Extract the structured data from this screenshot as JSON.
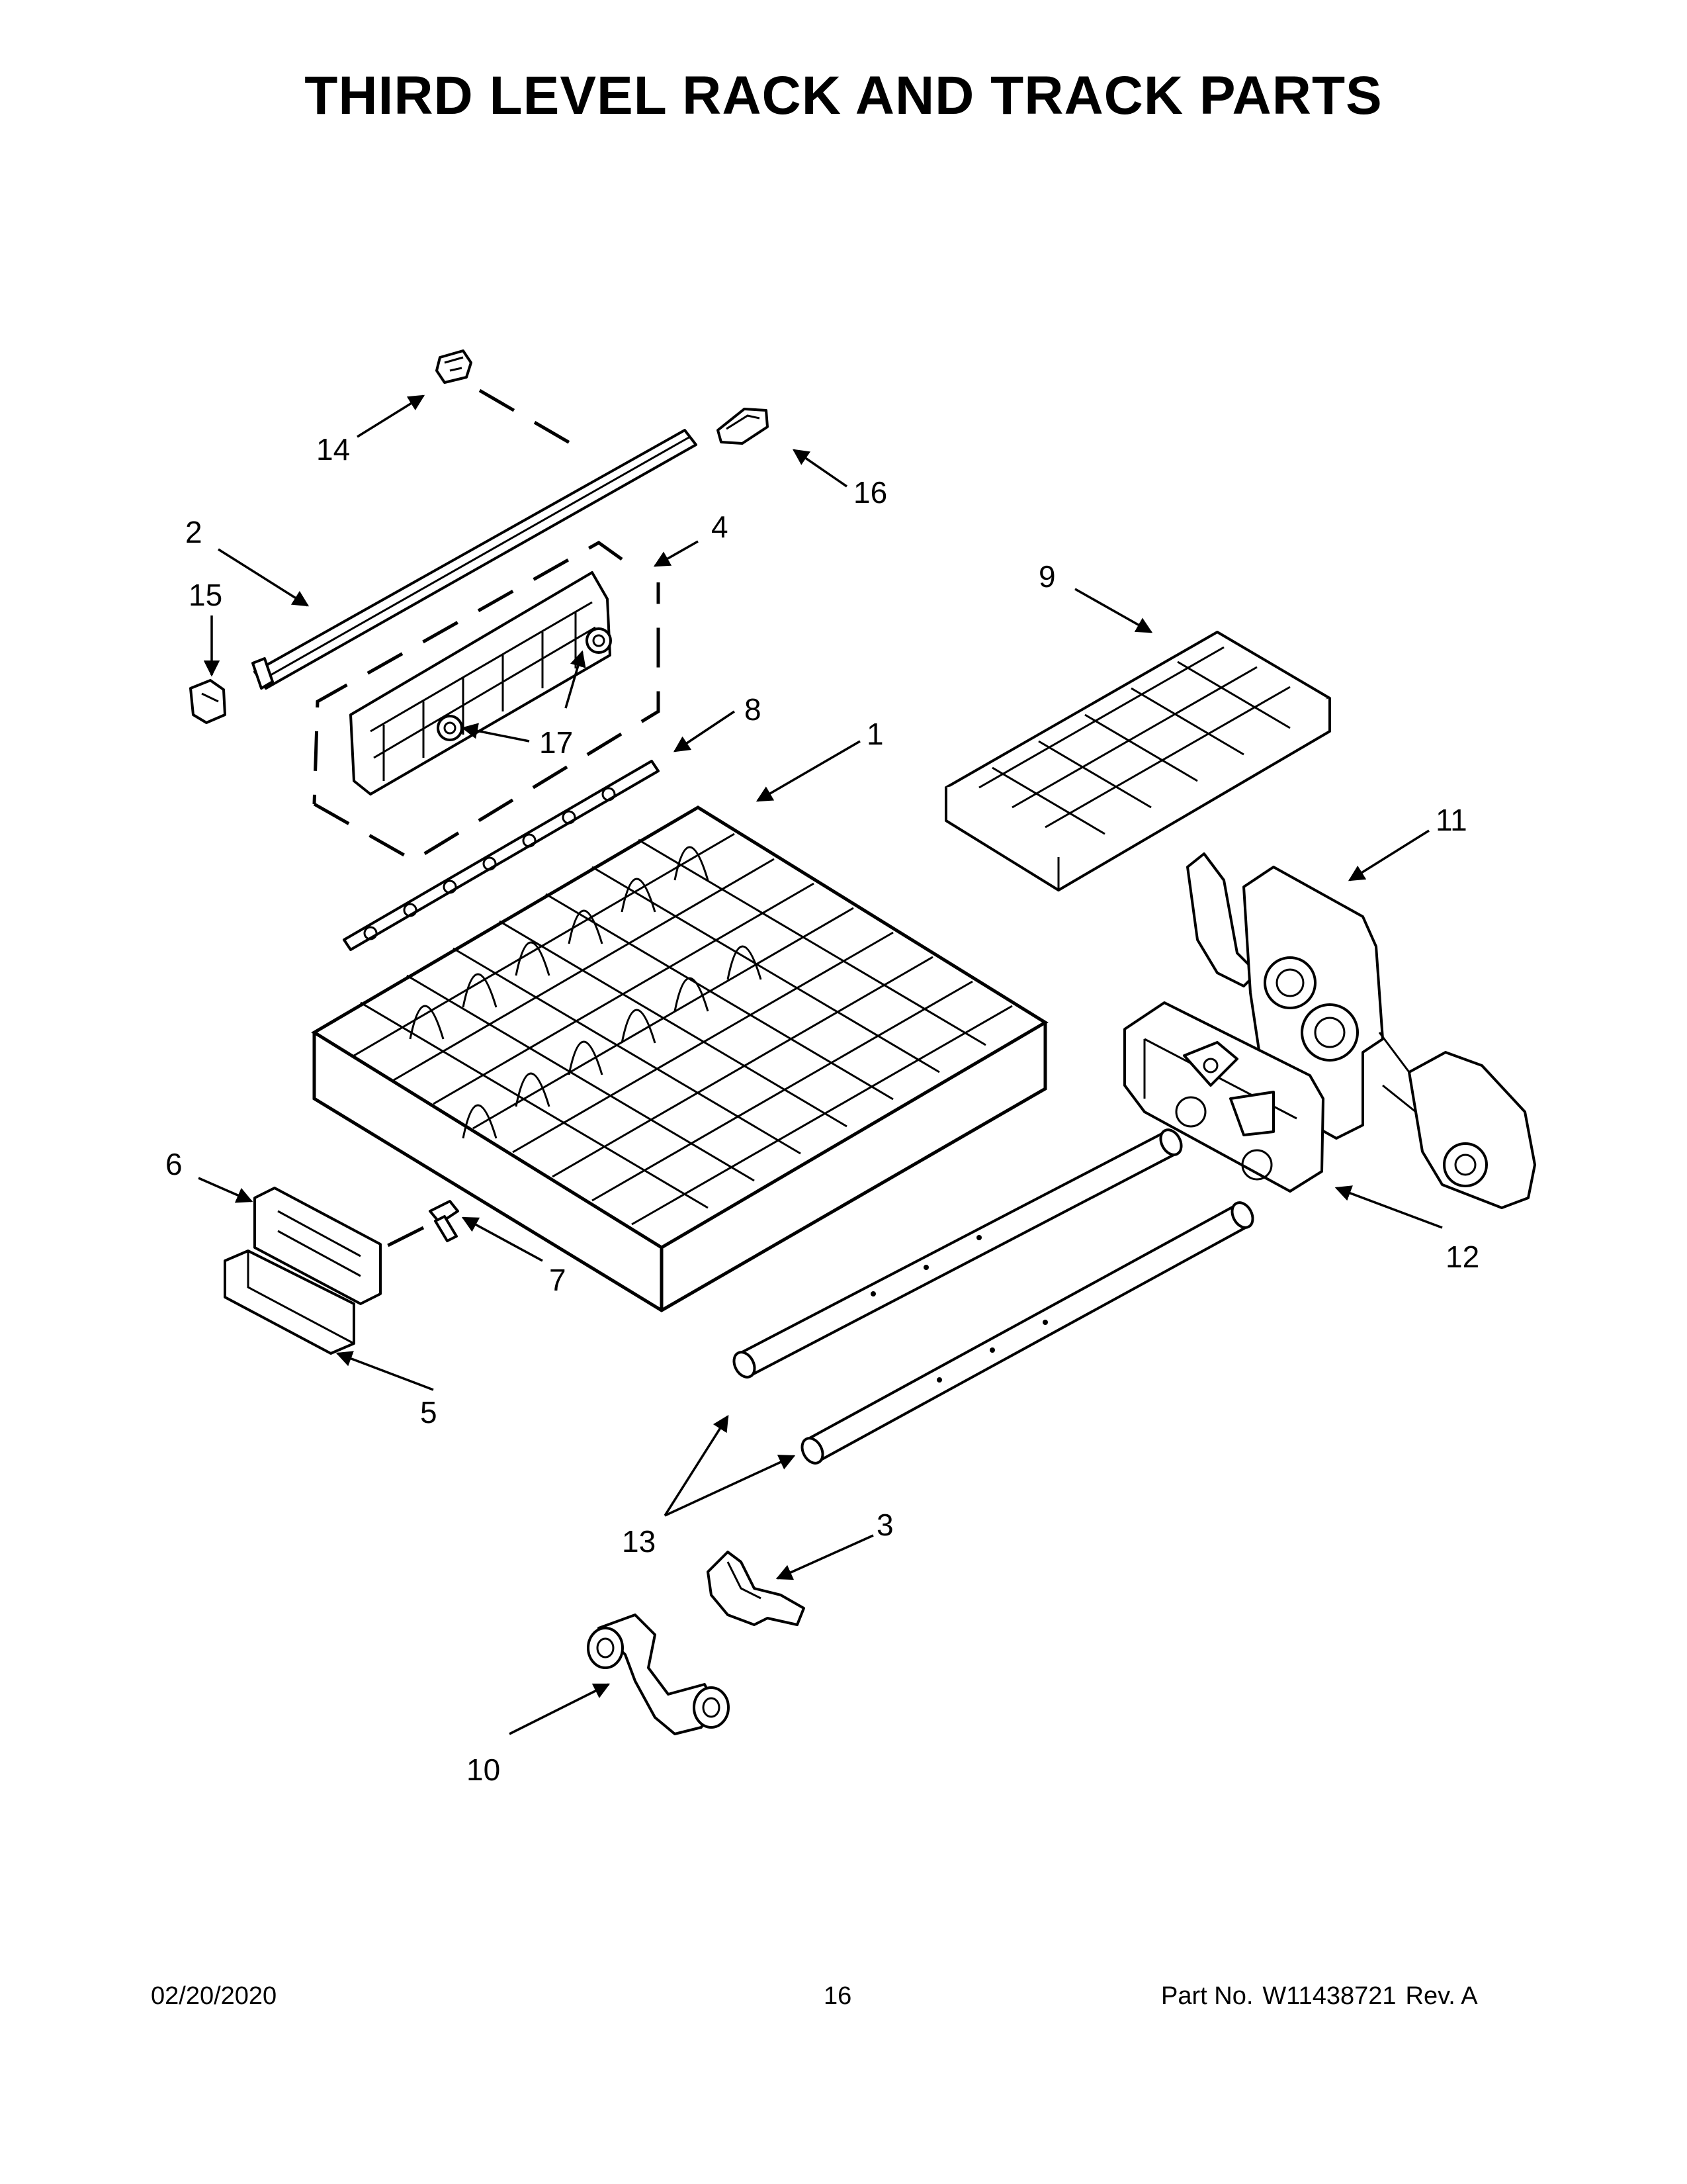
{
  "title": "THIRD LEVEL RACK AND TRACK PARTS",
  "callouts": [
    {
      "id": "14",
      "text": "14"
    },
    {
      "id": "16",
      "text": "16"
    },
    {
      "id": "2",
      "text": "2"
    },
    {
      "id": "4",
      "text": "4"
    },
    {
      "id": "15",
      "text": "15"
    },
    {
      "id": "9",
      "text": "9"
    },
    {
      "id": "17",
      "text": "17"
    },
    {
      "id": "8",
      "text": "8"
    },
    {
      "id": "1",
      "text": "1"
    },
    {
      "id": "11",
      "text": "11"
    },
    {
      "id": "6",
      "text": "6"
    },
    {
      "id": "7",
      "text": "7"
    },
    {
      "id": "12",
      "text": "12"
    },
    {
      "id": "5",
      "text": "5"
    },
    {
      "id": "13",
      "text": "13"
    },
    {
      "id": "3",
      "text": "3"
    },
    {
      "id": "10",
      "text": "10"
    }
  ],
  "footer": {
    "date": "02/20/2020",
    "page": "16",
    "part_label": "Part No.",
    "part_number": "W11438721",
    "revision": "Rev. A"
  }
}
